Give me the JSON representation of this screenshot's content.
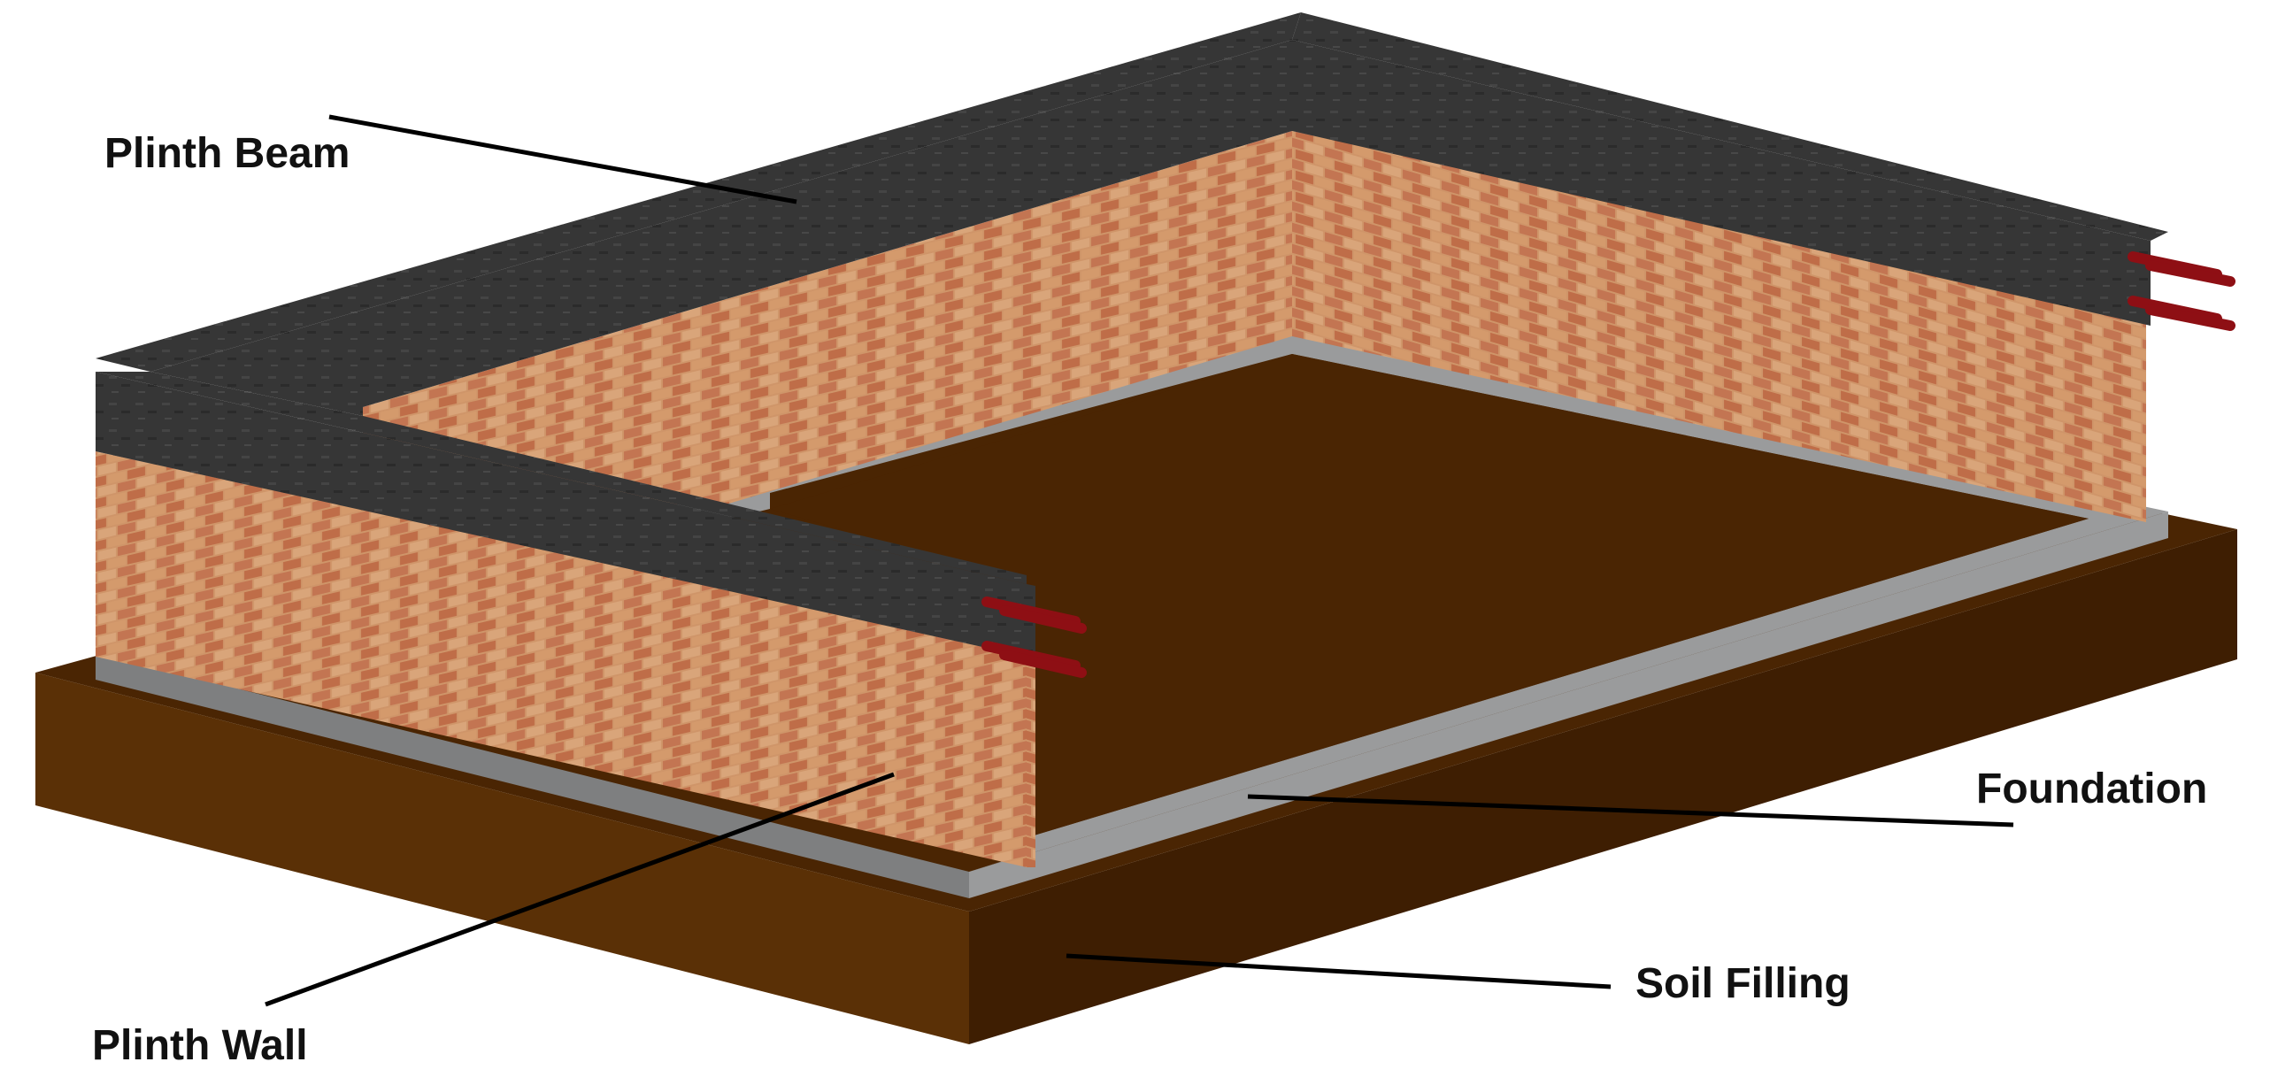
{
  "labels": {
    "plinth_beam": "Plinth Beam",
    "foundation": "Foundation",
    "soil_filling": "Soil Filling",
    "plinth_wall": "Plinth Wall"
  },
  "colors": {
    "soil_top": "#4a2503",
    "soil_left": "#5a3006",
    "soil_right": "#3e1e02",
    "foundation": "#9a9b9c",
    "foundation_dark": "#7e7f80",
    "brick": "#c27a52",
    "mortar": "#e2c9a3",
    "beam": "#353535",
    "beam_dark": "#262626",
    "rebar": "#8e0f14",
    "leader_line": "#000000"
  }
}
